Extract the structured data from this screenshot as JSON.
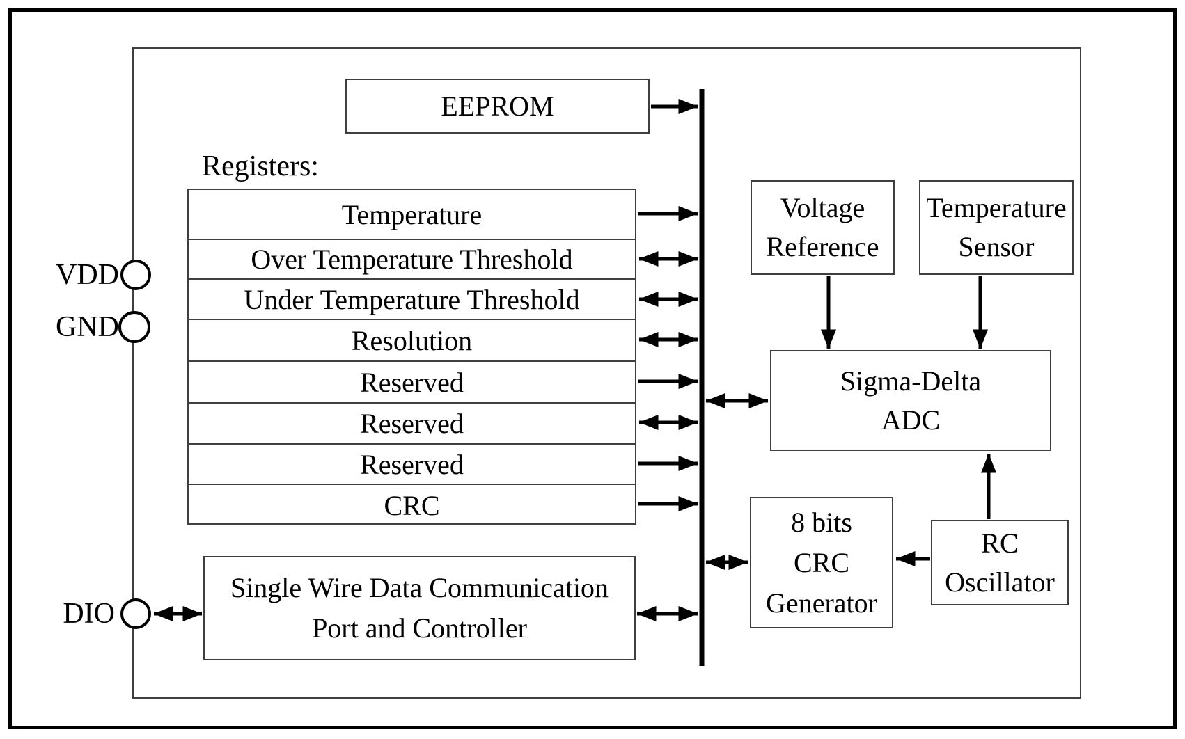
{
  "registers": {
    "heading": "Registers:",
    "rows": [
      "Temperature",
      "Over Temperature Threshold",
      "Under Temperature Threshold",
      "Resolution",
      "Reserved",
      "Reserved",
      "Reserved",
      "CRC"
    ]
  },
  "blocks": {
    "eeprom": {
      "label": "EEPROM"
    },
    "voltage_reference": {
      "lines": [
        "Voltage",
        "Reference"
      ]
    },
    "temperature_sensor": {
      "lines": [
        "Temperature",
        "Sensor"
      ]
    },
    "sigma_delta_adc": {
      "lines": [
        "Sigma-Delta",
        "ADC"
      ]
    },
    "crc_generator": {
      "lines": [
        "8 bits",
        "CRC",
        "Generator"
      ]
    },
    "rc_oscillator": {
      "lines": [
        "RC",
        "Oscillator"
      ]
    },
    "single_wire_port": {
      "lines": [
        "Single Wire Data Communication",
        "Port and Controller"
      ]
    }
  },
  "pins": {
    "vdd": "VDD",
    "gnd": "GND",
    "dio": "DIO"
  },
  "colors": {
    "ink": "#000000",
    "box_border": "#3f3f3f",
    "background": "#ffffff"
  }
}
